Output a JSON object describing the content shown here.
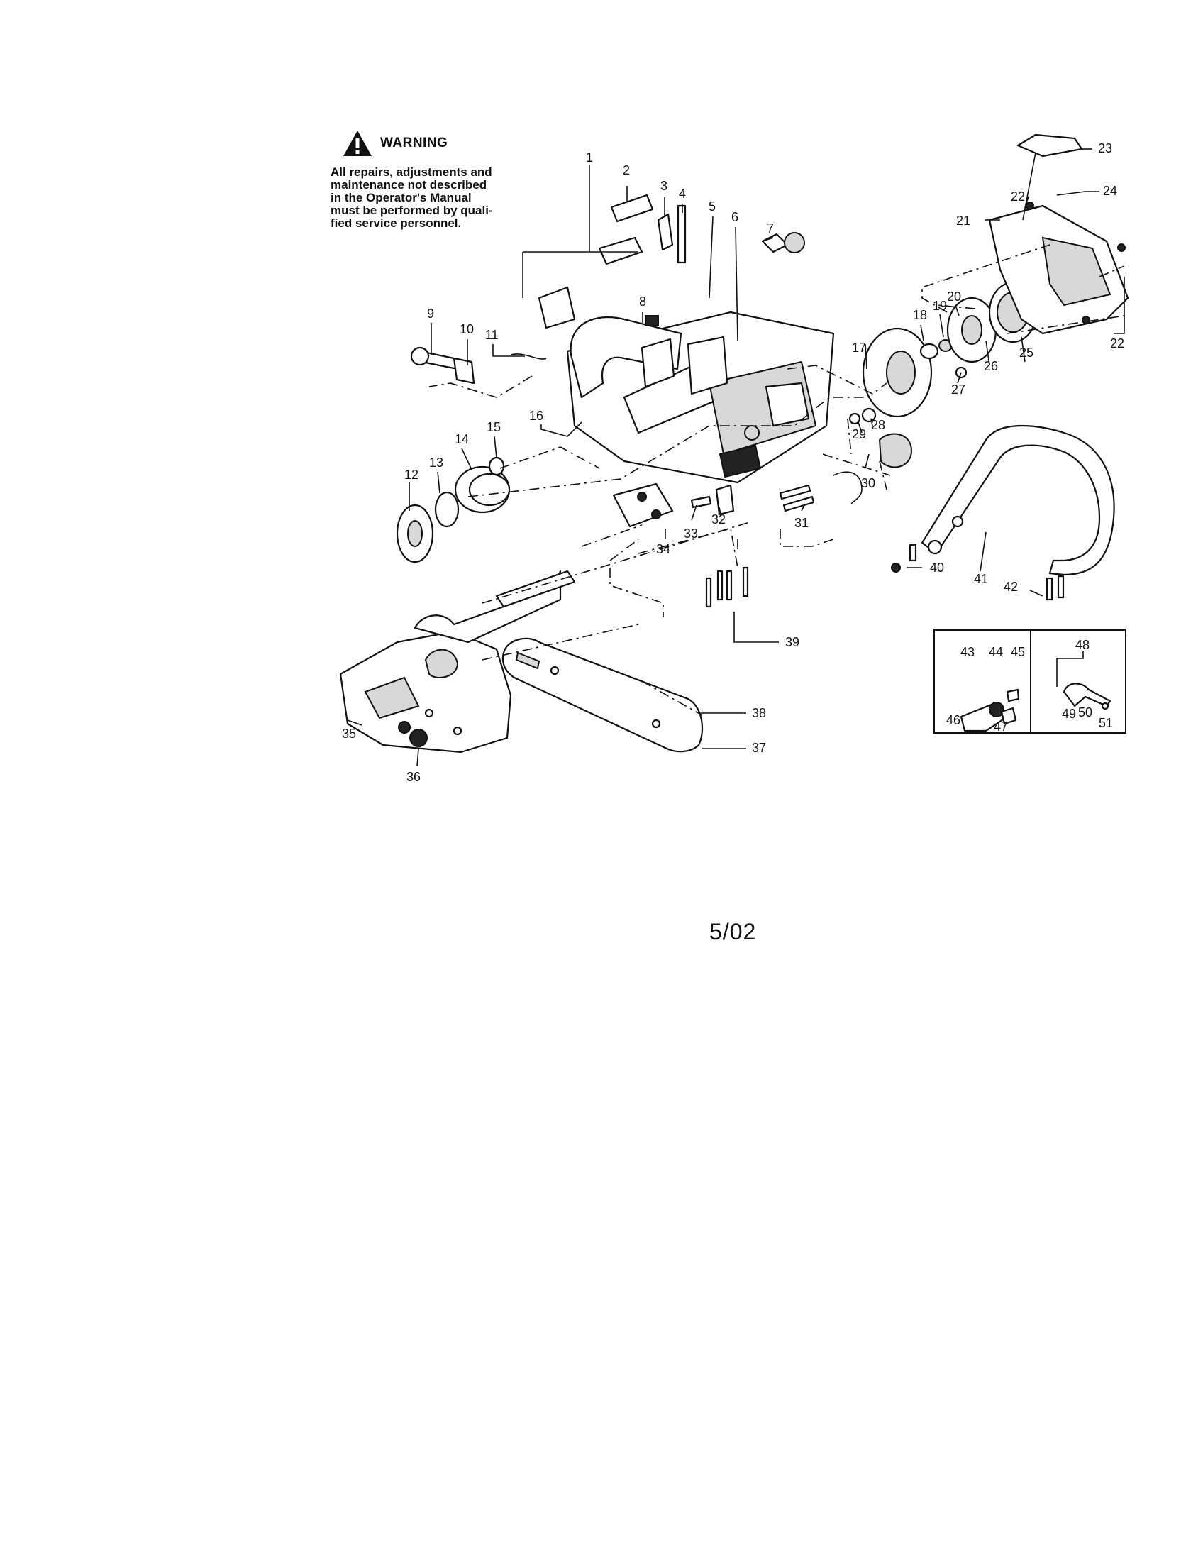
{
  "warning": {
    "title": "WARNING",
    "text": "All repairs, adjustments and\nmaintenance not described\nin the Operator's Manual\nmust be performed by quali-\nfied service personnel."
  },
  "footer": {
    "date": "5/02"
  },
  "callouts": [
    "1",
    "2",
    "3",
    "4",
    "5",
    "6",
    "7",
    "8",
    "9",
    "10",
    "11",
    "12",
    "13",
    "14",
    "15",
    "16",
    "17",
    "18",
    "19",
    "20",
    "21",
    "22",
    "22",
    "23",
    "24",
    "25",
    "26",
    "27",
    "28",
    "29",
    "30",
    "31",
    "32",
    "33",
    "34",
    "35",
    "36",
    "37",
    "38",
    "39",
    "40",
    "41",
    "42",
    "43",
    "44",
    "45",
    "46",
    "47",
    "48",
    "49",
    "50",
    "51"
  ]
}
